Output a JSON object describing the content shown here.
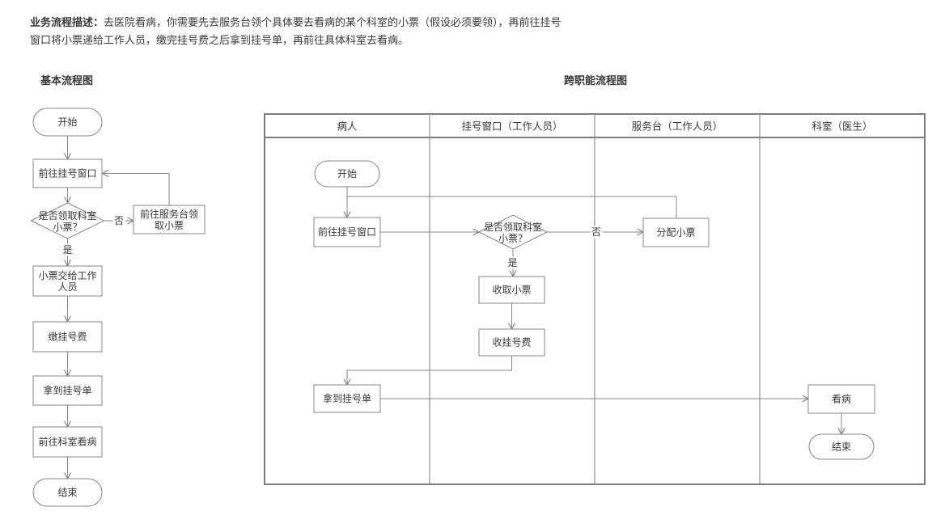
{
  "colors": {
    "line": "#848484",
    "lane_border": "#7d7d7d",
    "text": "#383838",
    "background": "#ffffff"
  },
  "description": {
    "label": "业务流程描述：",
    "line1": "去医院看病，你需要先去服务台领个具体要去看病的某个科室的小票（假设必须要领），再前往挂号",
    "line2": "窗口将小票递给工作人员，缴完挂号费之后拿到挂号单，再前往具体科室去看病。"
  },
  "titles": {
    "basic": "基本流程图",
    "cross": "跨职能流程图"
  },
  "basic_flow": {
    "start": "开始",
    "goto_window": "前往挂号窗口",
    "decision_line1": "是否领取科室",
    "decision_line2": "小票？",
    "no_label": "否",
    "yes_label": "是",
    "get_ticket_line1": "前往服务台领",
    "get_ticket_line2": "取小票",
    "give_ticket_line1": "小票交给工作",
    "give_ticket_line2": "人员",
    "pay_fee": "缴挂号费",
    "get_slip": "拿到挂号单",
    "goto_dept": "前往科室看病",
    "end": "结束"
  },
  "swimlane_flow": {
    "lanes": [
      "病人",
      "挂号窗口（工作人员）",
      "服务台（工作人员）",
      "科室（医生）"
    ],
    "start": "开始",
    "goto_window": "前往挂号窗口",
    "decision_line1": "是否领取科室",
    "decision_line2": "小票？",
    "no_label": "否",
    "yes_label": "是",
    "assign_ticket": "分配小票",
    "collect_ticket": "收取小票",
    "collect_fee": "收挂号费",
    "get_slip": "拿到挂号单",
    "see_doctor": "看病",
    "end": "结束"
  }
}
